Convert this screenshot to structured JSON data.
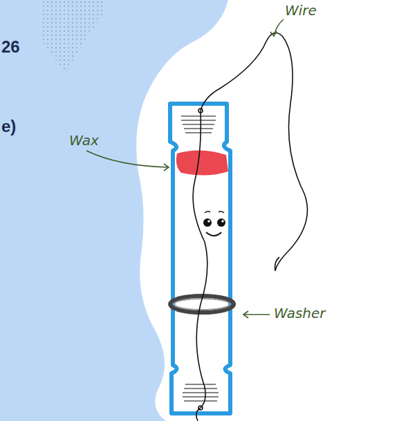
{
  "diagram": {
    "labels": [
      "26",
      "e)",
      "Wire",
      "Wax",
      "Washer"
    ]
  }
}
